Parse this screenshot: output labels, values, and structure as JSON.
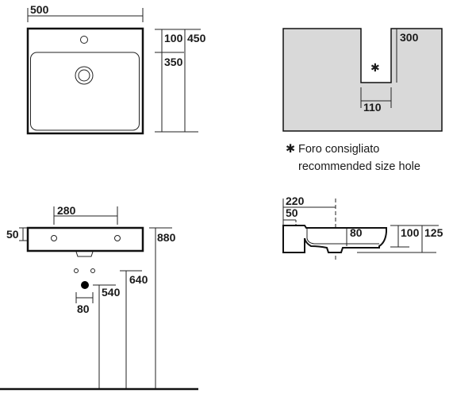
{
  "top_view": {
    "width": "500",
    "depth_tap": "100",
    "depth_total": "450",
    "depth_basin": "350"
  },
  "cutout_view": {
    "height": "300",
    "width": "110",
    "hole_marker": "✱"
  },
  "footnote": {
    "marker": "✱",
    "line1": "Foro consigliato",
    "line2": "recommended size hole"
  },
  "front_view": {
    "holes_spacing": "280",
    "rim": "50",
    "rim_height": "880",
    "supply_height": "640",
    "drain_height": "540",
    "drain_offset": "80"
  },
  "side_view": {
    "depth": "220",
    "tap_offset": "50",
    "inner": "80",
    "bowl_height": "100",
    "total_height": "125"
  },
  "colors": {
    "cutout_fill": "#d9d9d9",
    "line": "#222222"
  }
}
